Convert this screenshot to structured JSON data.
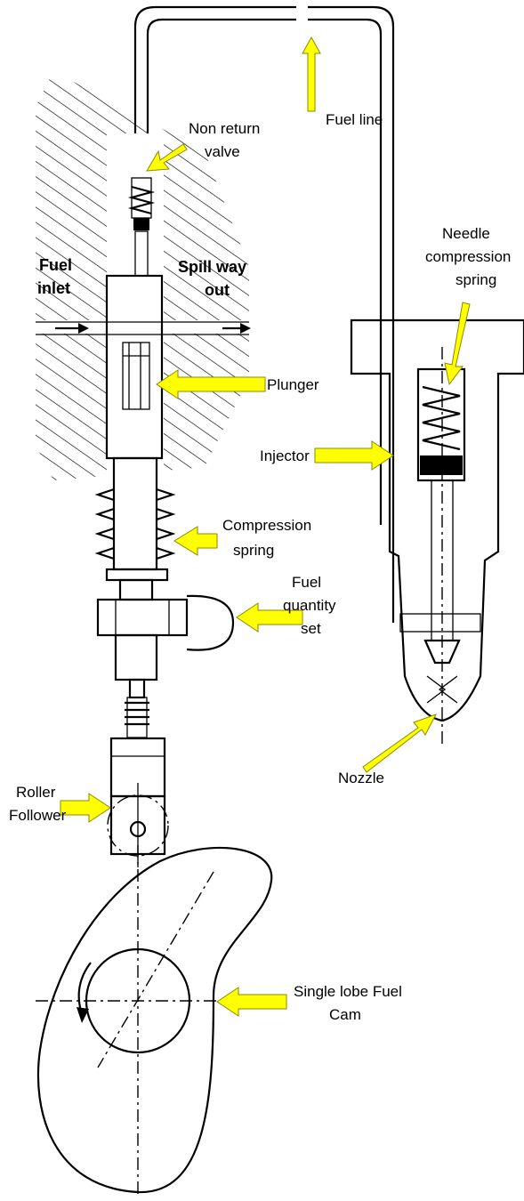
{
  "labels": {
    "fuel_line": "Fuel line",
    "non_return_1": "Non return",
    "non_return_2": "valve",
    "fuel_inlet_1": "Fuel",
    "fuel_inlet_2": "inlet",
    "spill_1": "Spill way",
    "spill_2": "out",
    "plunger": "Plunger",
    "needle_1": "Needle",
    "needle_2": "compression",
    "needle_3": "spring",
    "injector": "Injector",
    "comp_1": "Compression",
    "comp_2": "spring",
    "fq_1": "Fuel",
    "fq_2": "quantity",
    "fq_3": "set",
    "nozzle": "Nozzle",
    "roller_1": "Roller",
    "roller_2": "Follower",
    "cam_1": "Single lobe Fuel",
    "cam_2": "Cam"
  },
  "colors": {
    "arrow": "#ffff00",
    "line": "#000000"
  }
}
